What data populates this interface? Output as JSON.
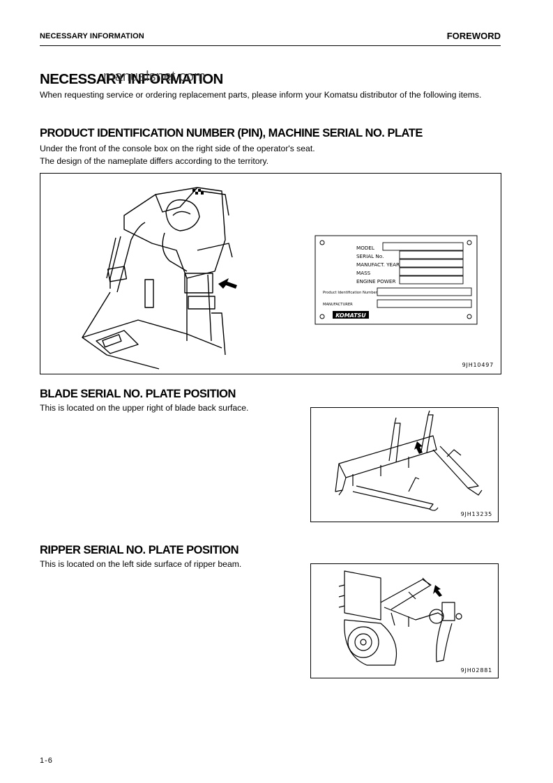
{
  "header": {
    "section_title": "NECESSARY INFORMATION",
    "chapter_title": "FOREWORD"
  },
  "watermark": "manualsnet.com",
  "page": {
    "title": "NECESSARY INFORMATION",
    "intro": "When requesting service or ordering replacement parts, please inform your Komatsu distributor of the following items.",
    "sections": [
      {
        "heading": "PRODUCT IDENTIFICATION NUMBER (PIN), MACHINE SERIAL NO. PLATE",
        "lines": [
          "Under the front of the console box on the right side of the operator's seat.",
          "The design of the nameplate differs according to the territory."
        ],
        "figure_code": "9JH10497",
        "nameplate": {
          "rows": [
            "MODEL",
            "SERIAL No.",
            "MANUFACT. YEAR",
            "MASS",
            "ENGINE POWER"
          ],
          "pin_label": "Product Identification Number",
          "manufacturer_label": "MANUFACTURER",
          "logo": "KOMATSU"
        }
      },
      {
        "heading": "BLADE SERIAL NO. PLATE POSITION",
        "lines": [
          "This is located on the upper right of blade back surface."
        ],
        "figure_code": "9JH13235"
      },
      {
        "heading": "RIPPER SERIAL NO. PLATE POSITION",
        "lines": [
          "This is located on the left side surface of ripper beam."
        ],
        "figure_code": "9JH02881"
      }
    ]
  },
  "footer": {
    "page_number": "1-6"
  }
}
